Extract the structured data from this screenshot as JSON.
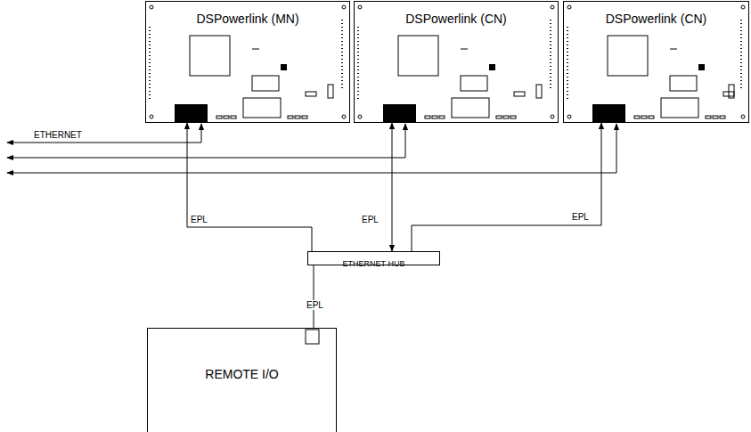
{
  "diagram": {
    "nodes": [
      {
        "text": [
          "DSPowerlink (MN)"
        ]
      },
      {
        "text": [
          "DSPowerlink (CN)"
        ]
      },
      {
        "text": [
          "DSPowerlink (CN)"
        ]
      },
      {
        "text": [
          "ETHERNET HUB"
        ]
      },
      {
        "text": [
          "REMOTE I/O"
        ]
      }
    ],
    "edges": [
      {
        "from": 3,
        "to": 0,
        "arrow": "to",
        "label": "EPL"
      },
      {
        "from": 1,
        "to": 3,
        "arrow": "both",
        "label": "EPL"
      },
      {
        "from": 3,
        "to": 2,
        "arrow": "to",
        "label": "EPL"
      },
      {
        "from": 3,
        "to": 4,
        "arrow": "none",
        "label": "EPL"
      }
    ],
    "labels": [
      "ETHERNET"
    ]
  }
}
